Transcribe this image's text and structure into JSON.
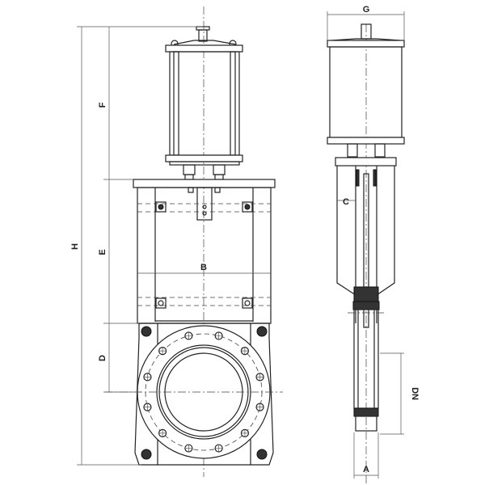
{
  "drawing": {
    "title": "Pneumatic knife gate valve dimension drawing",
    "front_view": {
      "dim_labels": {
        "overall_height": "H",
        "actuator_height": "F",
        "yoke_height": "E",
        "center_height": "D",
        "frame_width": "B"
      }
    },
    "side_view": {
      "dim_labels": {
        "actuator_diameter": "G",
        "clearance": "C",
        "nominal_diameter": "DN",
        "face_to_face": "A"
      }
    }
  }
}
